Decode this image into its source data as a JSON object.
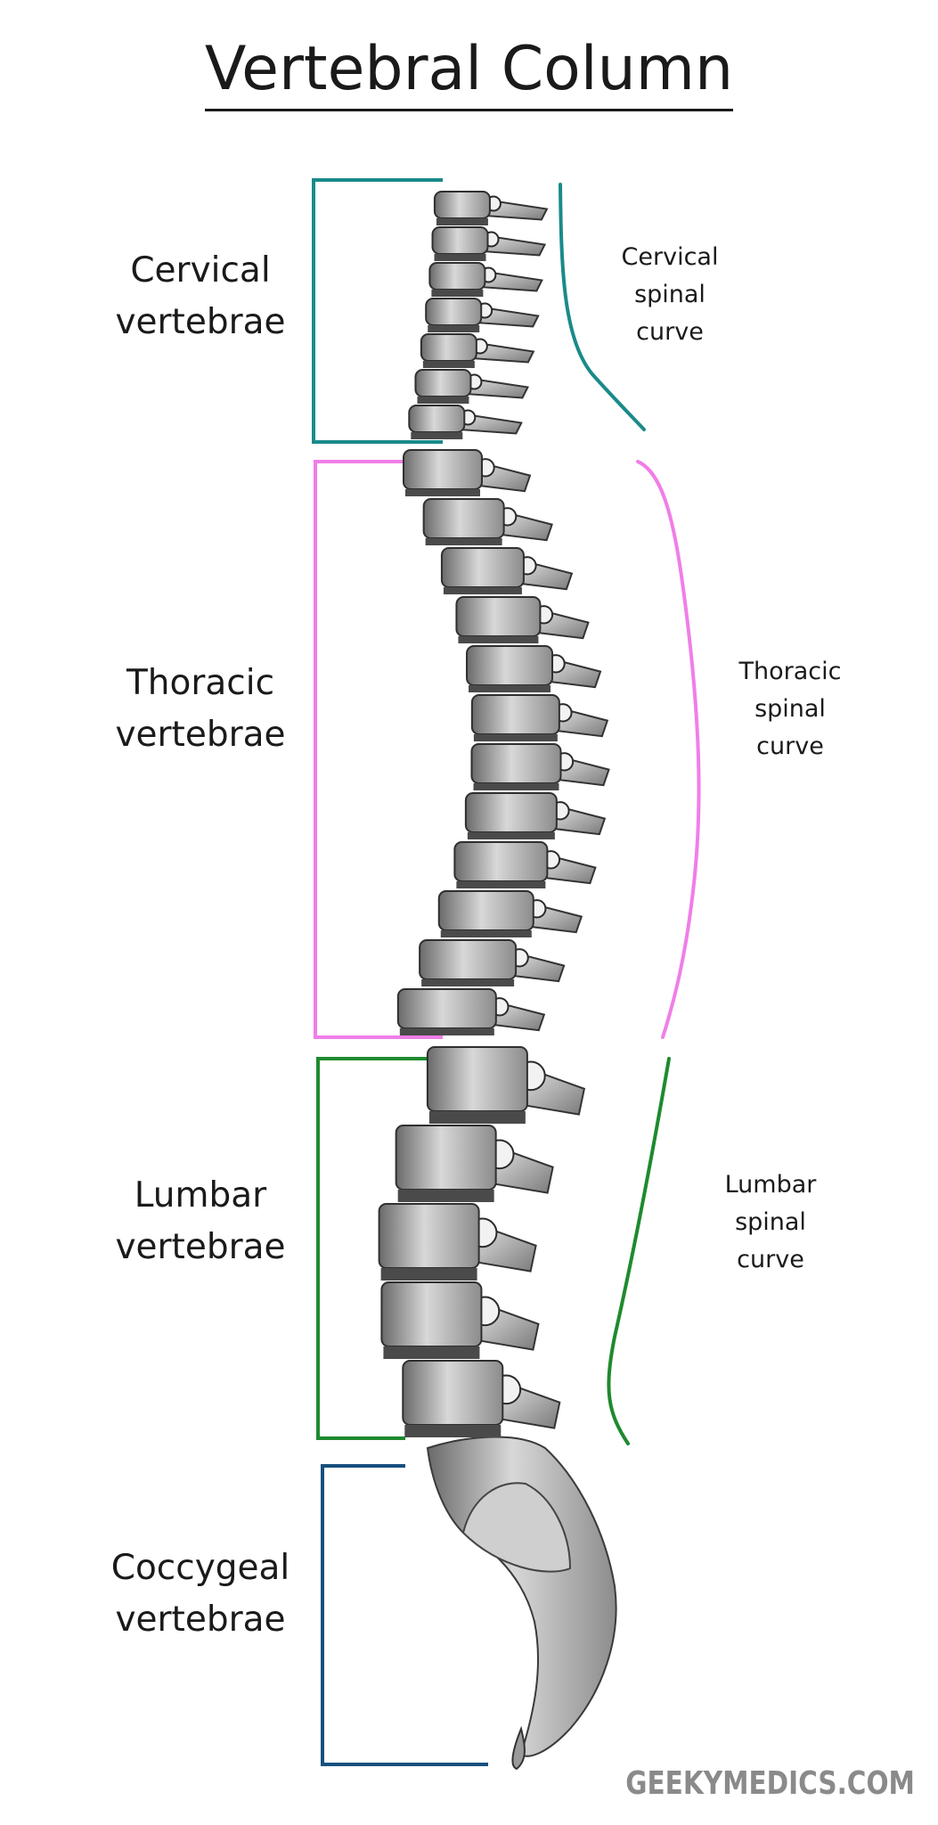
{
  "title": "Vertebral Column",
  "regions": [
    {
      "key": "cervical",
      "lines": [
        "Cervical",
        "vertebrae"
      ],
      "color": "#1a8a8a"
    },
    {
      "key": "thoracic",
      "lines": [
        "Thoracic",
        "vertebrae"
      ],
      "color": "#f07ee8"
    },
    {
      "key": "lumbar",
      "lines": [
        "Lumbar",
        "vertebrae"
      ],
      "color": "#1e8a2e"
    },
    {
      "key": "coccygeal",
      "lines": [
        "Coccygeal",
        "vertebrae"
      ],
      "color": "#17507e"
    }
  ],
  "curves": [
    {
      "key": "cervical",
      "lines": [
        "Cervical",
        "spinal",
        "curve"
      ],
      "color": "#1a8a8a"
    },
    {
      "key": "thoracic",
      "lines": [
        "Thoracic",
        "spinal",
        "curve"
      ],
      "color": "#f07ee8"
    },
    {
      "key": "lumbar",
      "lines": [
        "Lumbar",
        "spinal",
        "curve"
      ],
      "color": "#1e8a2e"
    }
  ],
  "watermark": "GEEKYMEDICS.COM"
}
